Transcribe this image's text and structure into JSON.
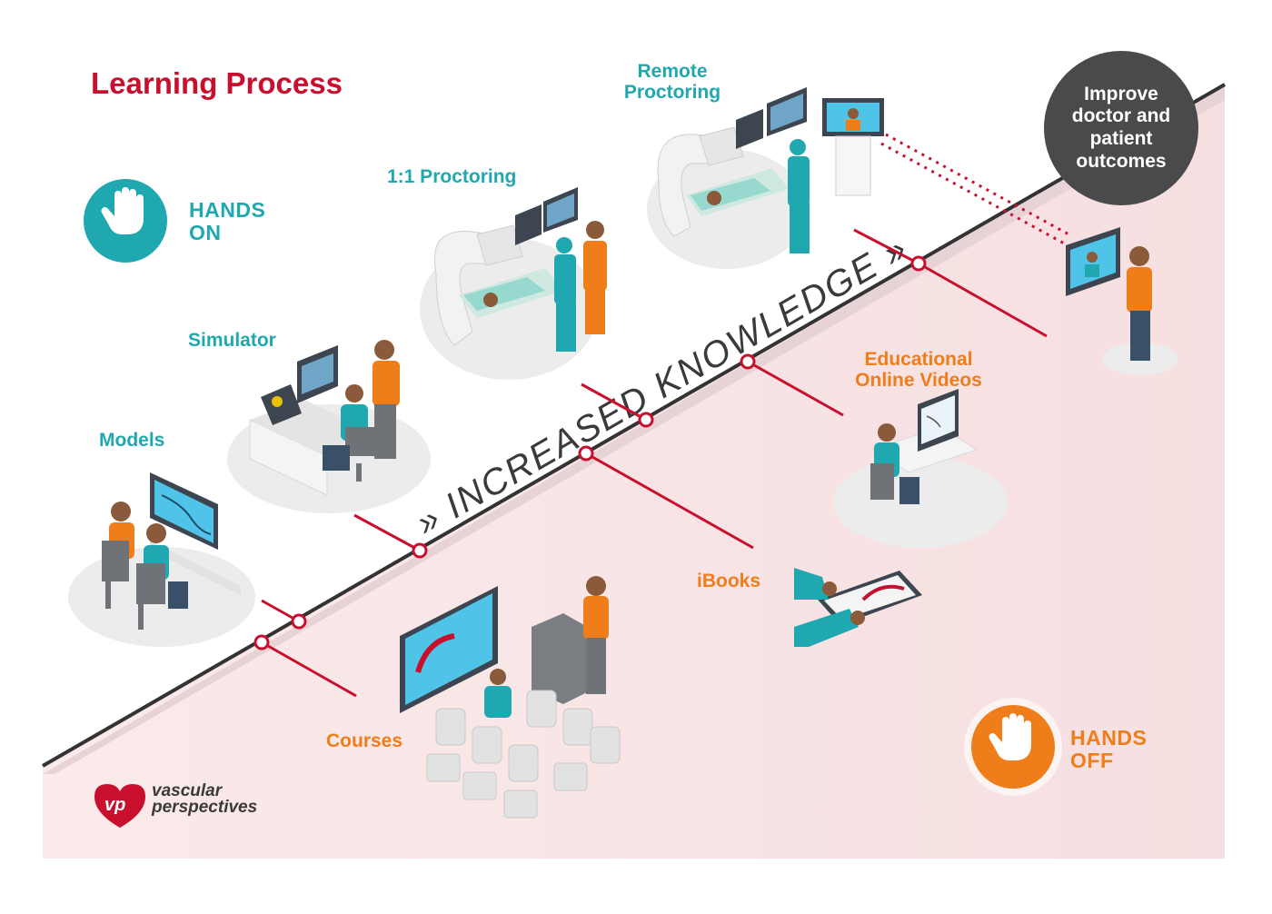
{
  "title": "Learning Process",
  "hands_on": {
    "line1": "HANDS",
    "line2": "ON",
    "color": "#1fa8b0",
    "icon": "hand-icon"
  },
  "hands_off": {
    "line1": "HANDS",
    "line2": "OFF",
    "color": "#ef7d1a",
    "icon": "hand-icon"
  },
  "axis_label": "» INCREASED  KNOWLEDGE »",
  "stages": {
    "models": "Models",
    "simulator": "Simulator",
    "one_to_one": "1:1 Proctoring",
    "remote_line1": "Remote",
    "remote_line2": "Proctoring",
    "videos_line1": "Educational",
    "videos_line2": "Online Videos",
    "ibooks": "iBooks",
    "courses": "Courses"
  },
  "outcome": {
    "line1": "Improve",
    "line2": "doctor and",
    "line3": "patient",
    "line4": "outcomes"
  },
  "brand": {
    "line1": "vascular",
    "line2": "perspectives",
    "accent": "#c8102e"
  },
  "colors": {
    "accent_red": "#c8102e",
    "teal": "#1fa8b0",
    "orange": "#ef7d1a",
    "dark": "#4a4a4c",
    "pink_zone": "#fbeaea"
  }
}
